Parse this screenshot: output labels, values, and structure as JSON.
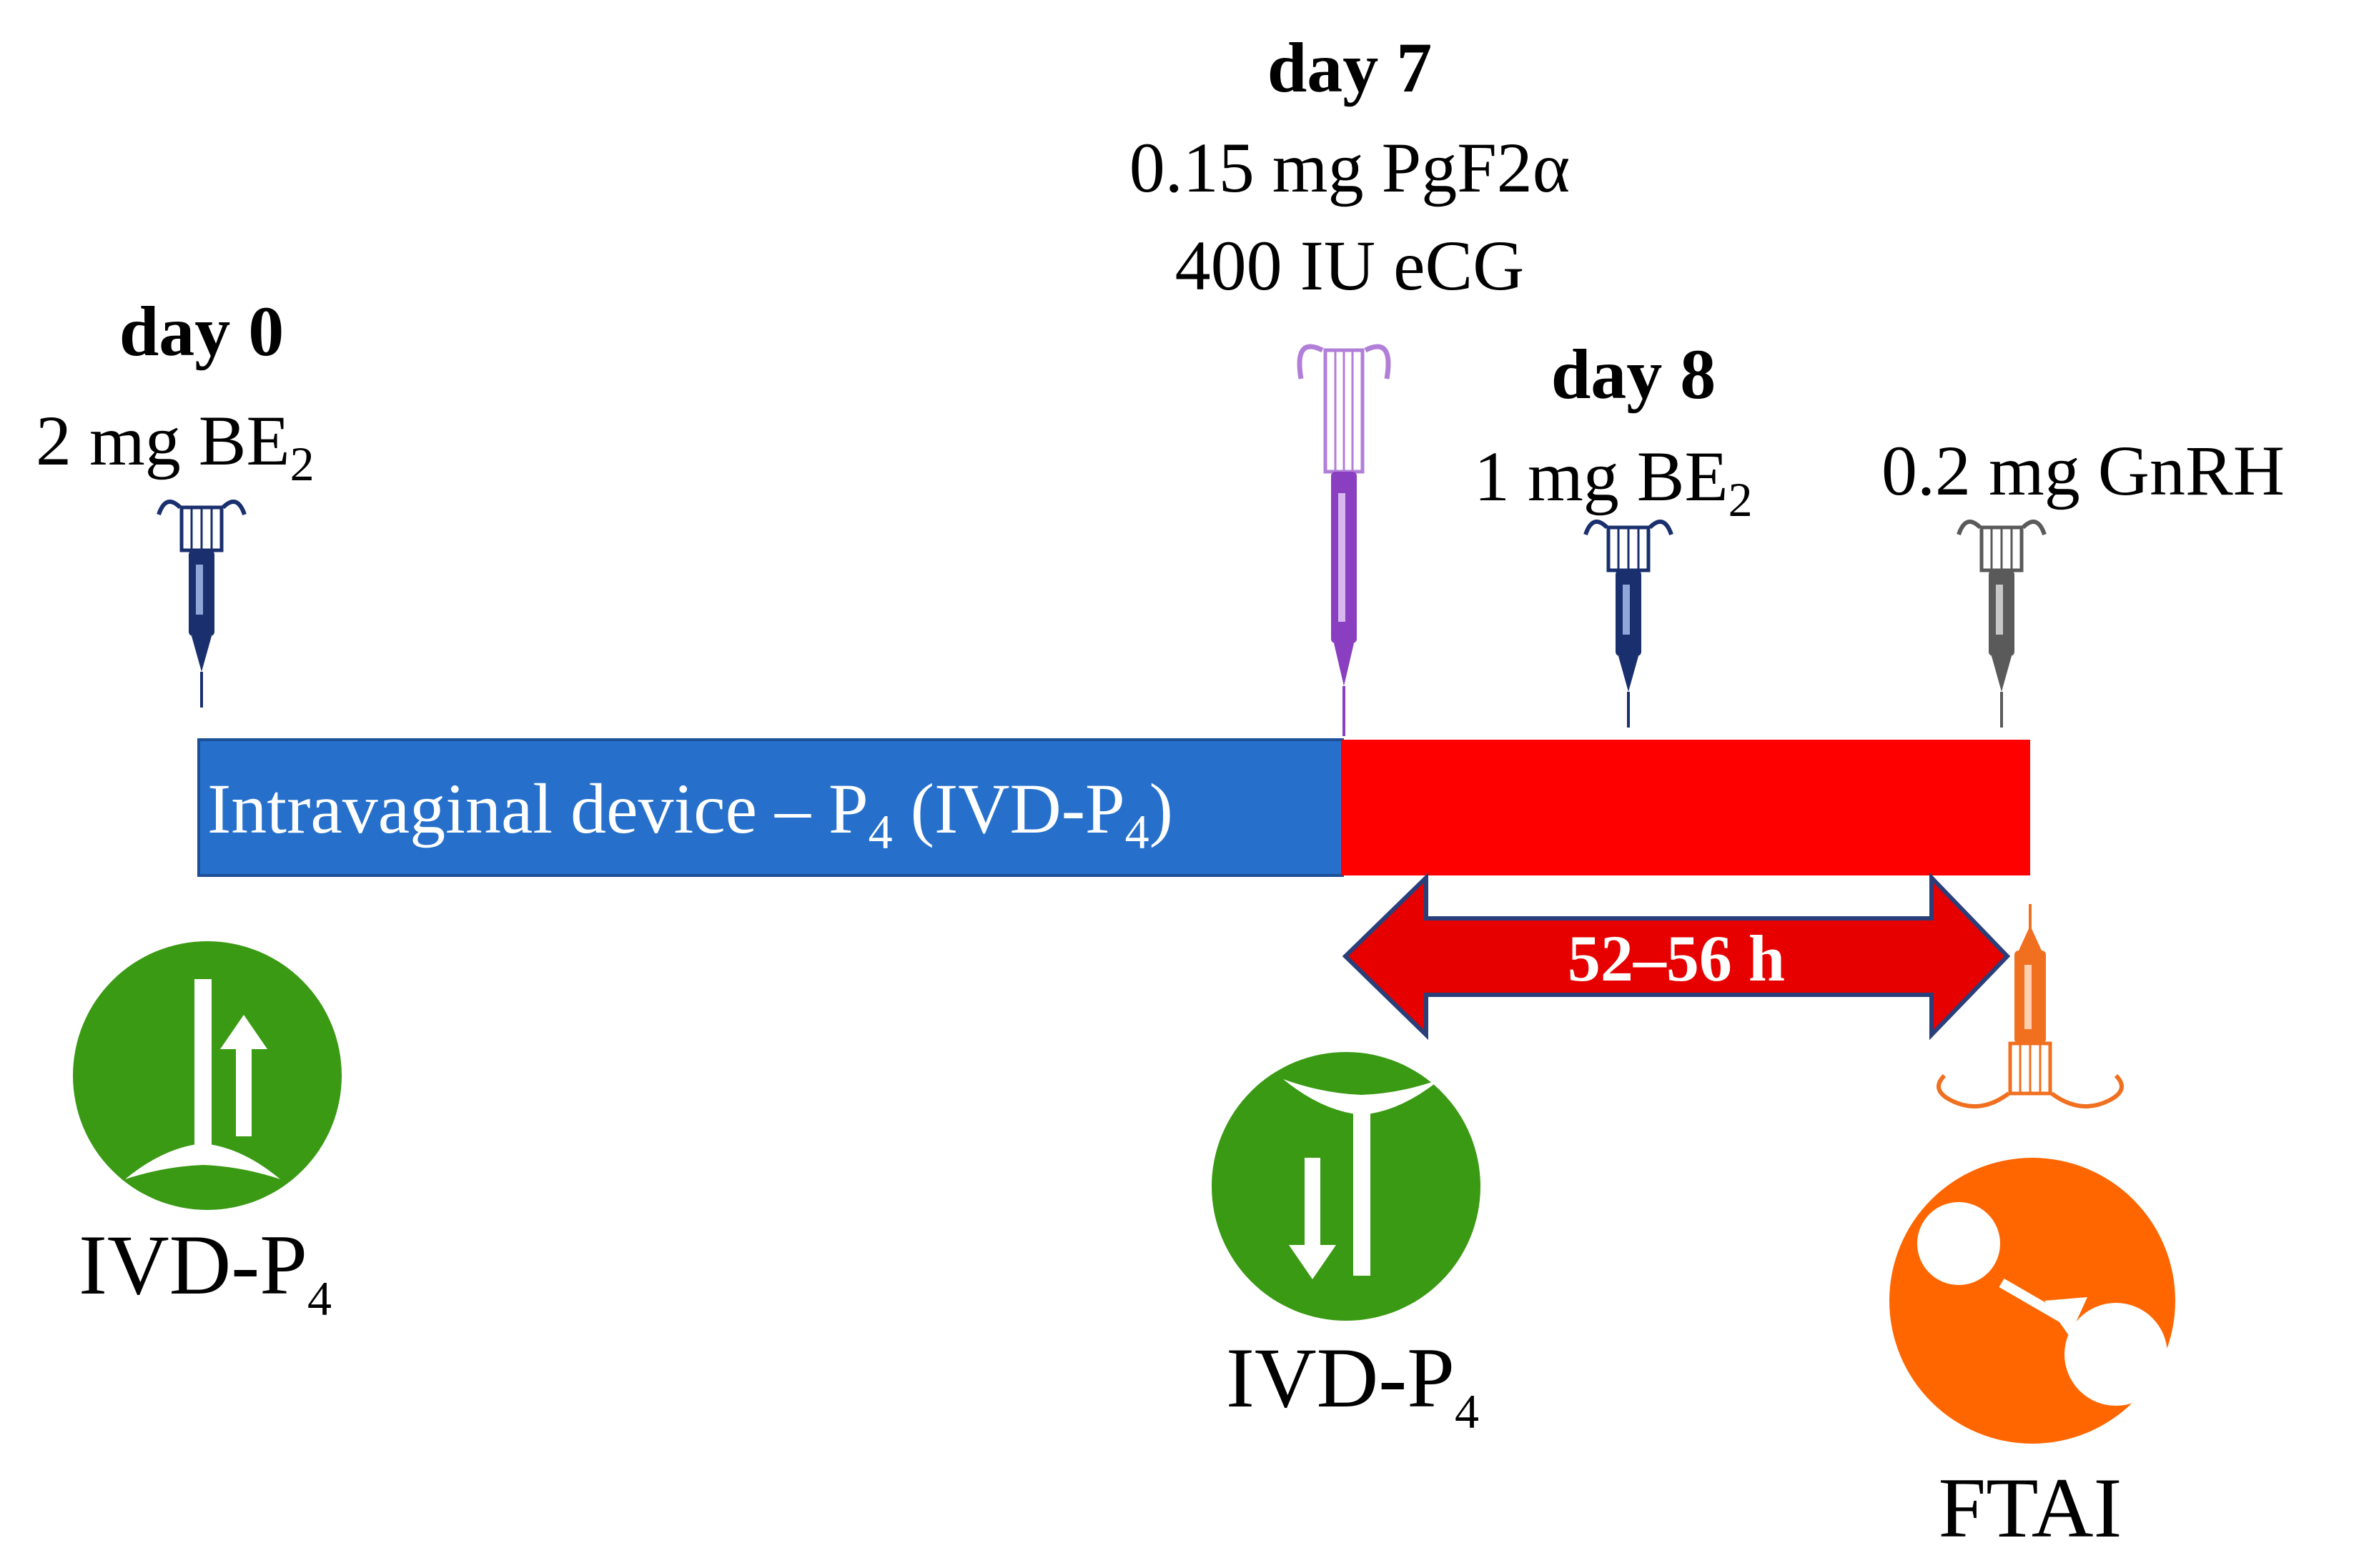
{
  "events": {
    "day0": {
      "title": "day 0",
      "dose_main": "2 mg BE",
      "dose_sub": "2"
    },
    "day7": {
      "title": "day 7",
      "dose_line1": "0.15 mg PgF2α",
      "dose_line2": "400 IU eCG"
    },
    "day8": {
      "title": "day 8",
      "dose_main": "1 mg BE",
      "dose_sub": "2"
    },
    "gnrh": {
      "dose": "0.2 mg GnRH"
    }
  },
  "device_bar": {
    "label_part1": "Intravaginal device – P",
    "label_sub1": "4",
    "label_part2": " (IVD-P",
    "label_sub2": "4",
    "label_part3": ")"
  },
  "interval": {
    "label": "52–56 h"
  },
  "icons": {
    "insert": {
      "label_main": "IVD-P",
      "label_sub": "4"
    },
    "remove": {
      "label_main": "IVD-P",
      "label_sub": "4"
    },
    "ftai": {
      "label": "FTAI"
    }
  },
  "colors": {
    "device_bar": "#2670cc",
    "red_bar": "#ff0000",
    "arrow": "#e60000",
    "arrow_outline": "#2a3f7a",
    "icon_green": "#3a9a14",
    "icon_orange": "#ff6600",
    "syringe_navy": "#1a2f6e",
    "syringe_purple": "#8a3fc0",
    "syringe_gray": "#5a5a5a",
    "syringe_orange": "#f07020"
  }
}
